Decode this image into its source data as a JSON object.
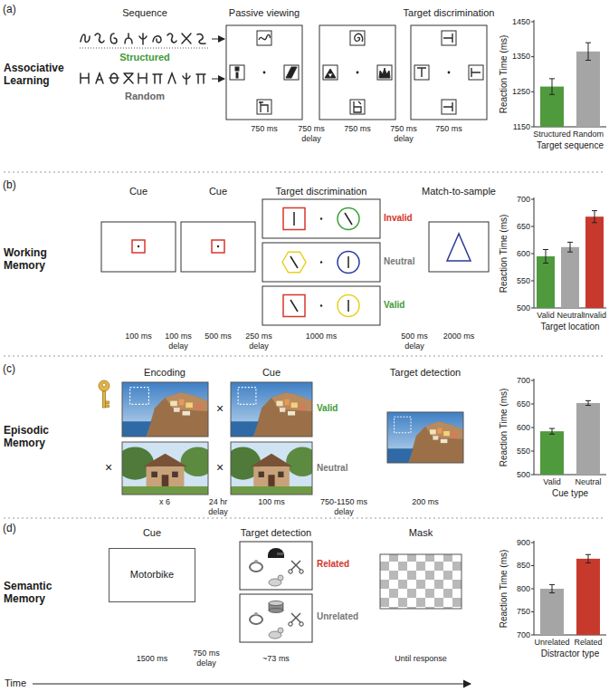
{
  "diagram": {
    "nodes": [
      {
        "text": [
          "Motorbike"
        ]
      }
    ],
    "labels": [
      "(a)",
      "Associative Learning",
      "Sequence",
      "Passive viewing",
      "Target discrimination",
      "Structured",
      "Random",
      "750 ms",
      "750 ms delay",
      "750 ms",
      "750 ms delay",
      "750 ms",
      "1450",
      "1350",
      "1250",
      "1150",
      "Reaction Time (ms)",
      "Structured",
      "Random",
      "Target sequence",
      "(b)",
      "Working Memory",
      "Cue",
      "Cue",
      "Target discrimination",
      "Match-to-sample",
      "Invalid",
      "Neutral",
      "Valid",
      "100 ms",
      "100 ms delay",
      "500 ms",
      "250 ms delay",
      "1000 ms",
      "500 ms delay",
      "2000 ms",
      "700",
      "650",
      "600",
      "550",
      "500",
      "Reaction Time (ms)",
      "Valid",
      "Neutral",
      "Invalid",
      "Target location",
      "(c)",
      "Episodic Memory",
      "Encoding",
      "Cue",
      "Target detection",
      "×",
      "×",
      "×",
      "Valid",
      "Neutral",
      "x 6",
      "24 hr delay",
      "100 ms",
      "750-1150 ms delay",
      "200 ms",
      "700",
      "650",
      "600",
      "550",
      "500",
      "Reaction Time (ms)",
      "Valid",
      "Neutral",
      "Cue type",
      "(d)",
      "Semantic Memory",
      "Cue",
      "Target detection",
      "Mask",
      "Related",
      "Unrelated",
      "1500 ms",
      "750 ms delay",
      "~73 ms",
      "Until response",
      "900",
      "850",
      "800",
      "750",
      "700",
      "Reaction Time (ms)",
      "Unrelated",
      "Related",
      "Distractor type",
      "Time"
    ]
  }
}
